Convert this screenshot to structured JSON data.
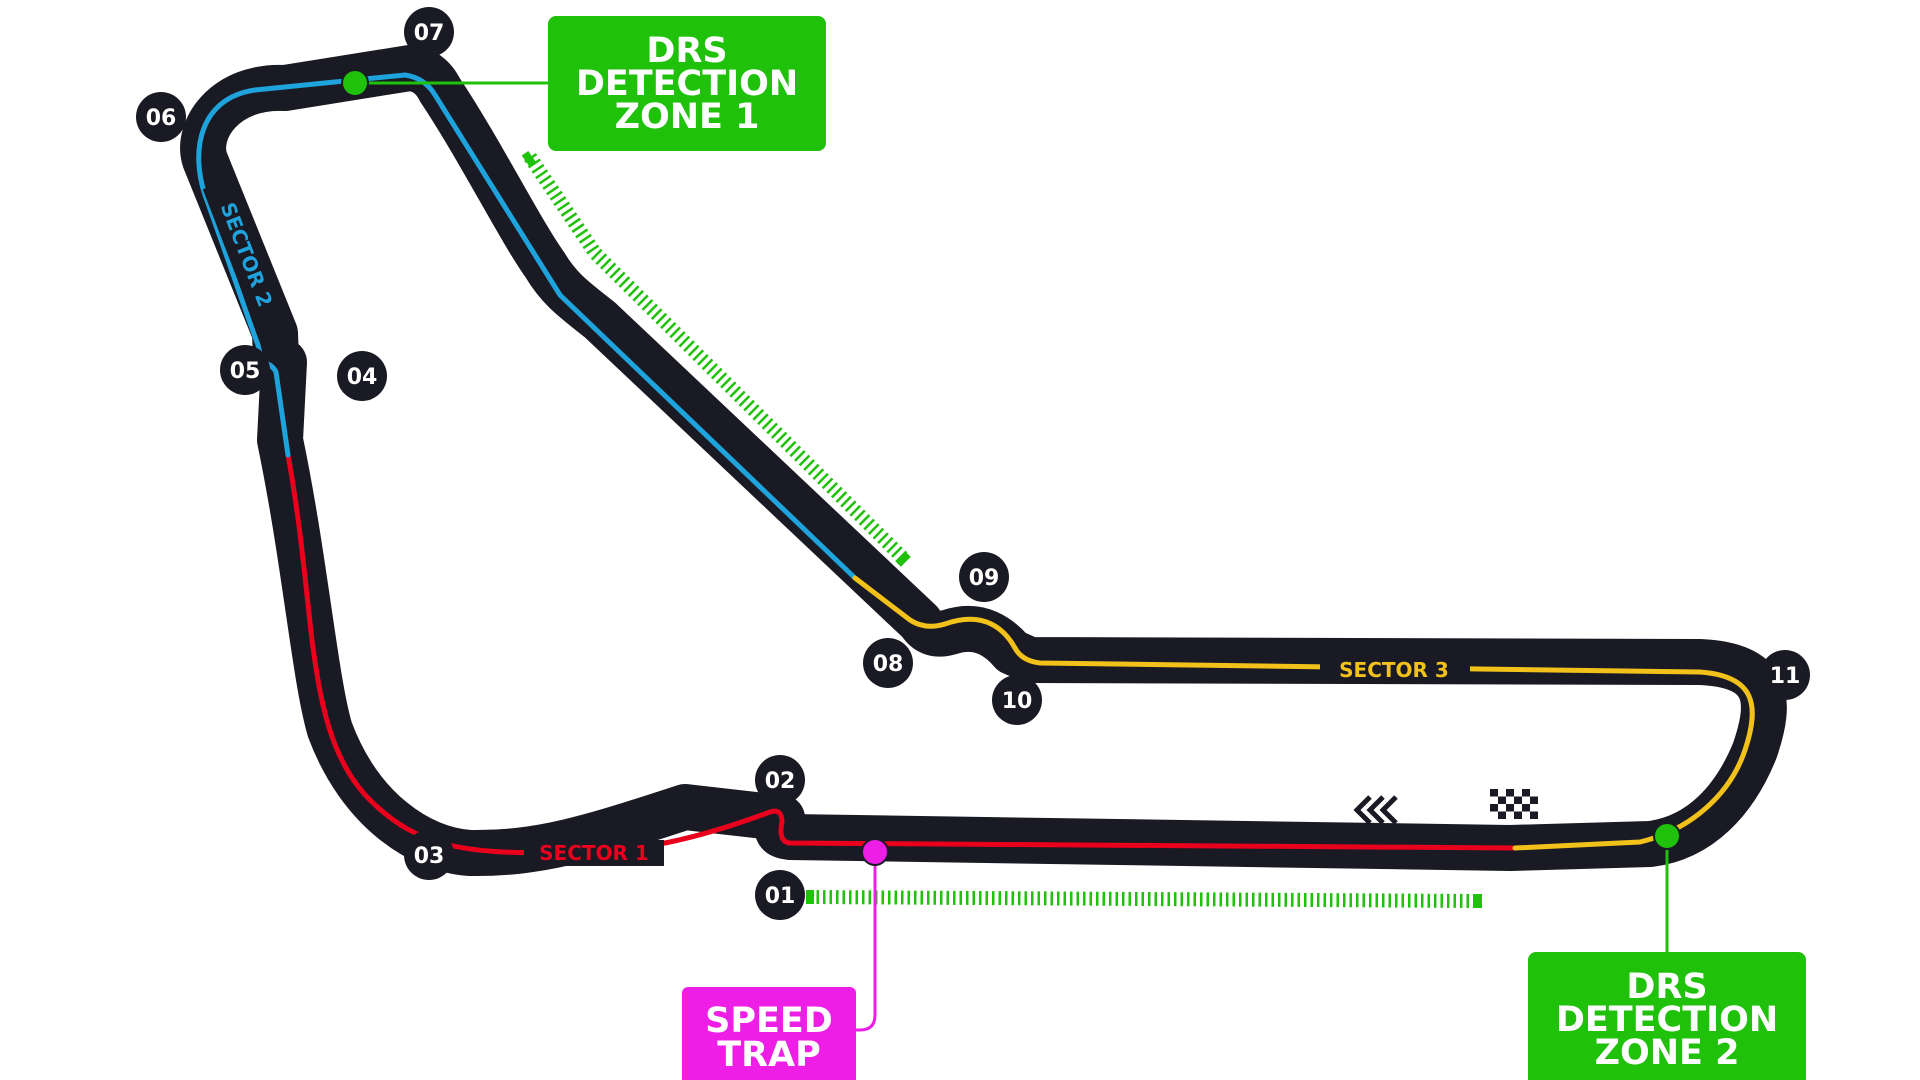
{
  "turns": [
    {
      "label": "01"
    },
    {
      "label": "02"
    },
    {
      "label": "03"
    },
    {
      "label": "04"
    },
    {
      "label": "05"
    },
    {
      "label": "06"
    },
    {
      "label": "07"
    },
    {
      "label": "08"
    },
    {
      "label": "09"
    },
    {
      "label": "10"
    },
    {
      "label": "11"
    }
  ],
  "sectors": [
    {
      "label": "SECTOR 1",
      "color": "#e8001c"
    },
    {
      "label": "SECTOR 2",
      "color": "#1fa3dc"
    },
    {
      "label": "SECTOR 3",
      "color": "#f2c21b"
    }
  ],
  "callouts": {
    "drs_zone_1": {
      "line1": "DRS",
      "line2": "DETECTION",
      "line3": "ZONE 1",
      "color": "#1fc10b"
    },
    "drs_zone_2": {
      "line1": "DRS",
      "line2": "DETECTION",
      "line3": "ZONE 2",
      "color": "#1fc10b"
    },
    "speed_trap": {
      "line1": "SPEED",
      "line2": "TRAP",
      "color": "#ee1ee6"
    }
  },
  "colors": {
    "track": "#1a1a24",
    "drs_zone": "#1fc10b",
    "turn_badge": "#1a1a24",
    "turn_text": "#ffffff"
  },
  "icons": [
    "start-finish-flag-icon",
    "direction-chevrons-icon"
  ]
}
